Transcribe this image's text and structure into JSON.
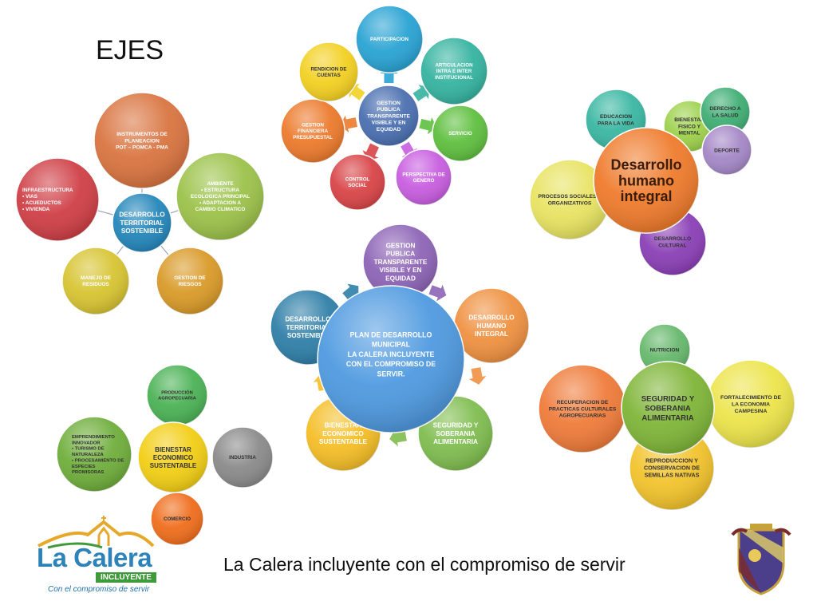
{
  "slide": {
    "title": "EJES",
    "footer": "La Calera incluyente con el compromiso de servir"
  },
  "logo": {
    "name": "La Calera",
    "sub": "INCLUYENTE",
    "tagline": "Con el compromiso de servir"
  },
  "diagrams": {
    "gestion": {
      "center": [
        "GESTION",
        "PUBLICA",
        "TRANSPARENTE",
        "VISIBLE Y EN",
        "EQUIDAD"
      ],
      "nodes": [
        {
          "lines": [
            "PARTICIPACION"
          ],
          "color": "#29a3d3"
        },
        {
          "lines": [
            "ARTICULACION",
            "INTRA E INTER",
            "INSTITUCIONAL"
          ],
          "color": "#35b3a0"
        },
        {
          "lines": [
            "SERVICIO"
          ],
          "color": "#5ebf3e"
        },
        {
          "lines": [
            "PERSPECTIVA DE",
            "GENERO"
          ],
          "color": "#c85de0"
        },
        {
          "lines": [
            "CONTROL",
            "SOCIAL"
          ],
          "color": "#d84447"
        },
        {
          "lines": [
            "GESTION",
            "FINANCIERA",
            "PRESUPUESTAL"
          ],
          "color": "#ec7a2c"
        },
        {
          "lines": [
            "RENDICION DE",
            "CUENTAS"
          ],
          "color": "#f3d021"
        }
      ]
    },
    "territorial": {
      "center": [
        "DESARROLLO",
        "TERRITORIAL",
        "SOSTENIBLE"
      ],
      "nodes": [
        {
          "lines": [
            "INSTRUMENTOS DE",
            "PLANEACION",
            "POT – POMCA - PMA"
          ],
          "color": "#d97440"
        },
        {
          "lines": [
            "AMBIENTE",
            "• ESTRUCTURA",
            "ECOLOGICA PRINCIPAL",
            "• ADAPTACION  A",
            "CAMBIO CLIMATICO"
          ],
          "color": "#9cc24a"
        },
        {
          "lines": [
            "GESTION DE",
            "RIESGOS"
          ],
          "color": "#d99a28"
        },
        {
          "lines": [
            "MANEJO DE",
            "RESIDUOS"
          ],
          "color": "#d7c431"
        },
        {
          "lines": [
            "INFRAESTRUCTURA",
            "• VIAS",
            "• ACUEDUCTOS",
            "• VIVIENDA"
          ],
          "color": "#cf3f46"
        }
      ]
    },
    "humano": {
      "center": [
        "Desarrollo",
        "humano",
        "integral"
      ],
      "nodes": [
        {
          "lines": [
            "EDUCACION",
            "PARA LA VIDA"
          ],
          "color": "#3ab7a2"
        },
        {
          "lines": [
            "BIENESTAR",
            "FISICO Y",
            "MENTAL"
          ],
          "color": "#9dd14a"
        },
        {
          "lines": [
            "DERECHO A",
            "LA SALUD"
          ],
          "color": "#3fae74"
        },
        {
          "lines": [
            "DEPORTE"
          ],
          "color": "#a487c6"
        },
        {
          "lines": [
            "PROCESOS SOCIALES Y",
            "ORGANIZATIVOS"
          ],
          "color": "#e8e361"
        },
        {
          "lines": [
            "DESARROLLO",
            "CULTURAL"
          ],
          "color": "#8a3fb5"
        }
      ]
    },
    "plan": {
      "center": [
        "PLAN DE DESARROLLO",
        "MUNICIPAL",
        "",
        "LA CALERA INCLUYENTE",
        "CON EL COMPROMISO DE",
        "SERVIR."
      ],
      "nodes": [
        {
          "lines": [
            "GESTION",
            "PUBLICA",
            "TRANSPARENTE",
            "VISIBLE Y EN",
            "EQUIDAD"
          ],
          "color": "#8d64b6"
        },
        {
          "lines": [
            "DESARROLLO",
            "HUMANO",
            "INTEGRAL"
          ],
          "color": "#ef9141"
        },
        {
          "lines": [
            "SEGURIDAD Y",
            "SOBERANIA",
            "ALIMENTARIA"
          ],
          "color": "#7fbd4f"
        },
        {
          "lines": [
            "BIENESTAR",
            "ECONOMICO",
            "SUSTENTABLE"
          ],
          "color": "#f5be27"
        },
        {
          "lines": [
            "DESARROLLO",
            "TERRITORIAL",
            "SOSTENIBLE"
          ],
          "color": "#2f7fa8"
        }
      ]
    },
    "bienestar": {
      "center": [
        "BIENESTAR",
        "ECONOMICO",
        "SUSTENTABLE"
      ],
      "nodes": [
        {
          "lines": [
            "PRODUCCIÓN",
            "AGROPECUARIA"
          ],
          "color": "#4bb255"
        },
        {
          "lines": [
            "INDUSTRIA"
          ],
          "color": "#8a8a8a"
        },
        {
          "lines": [
            "COMERCIO"
          ],
          "color": "#ef6d1c"
        },
        {
          "lines": [
            "EMPRENDIMIENTO",
            "INNOVADOR",
            "• TURISMO DE",
            "NATURALEZA",
            "• PROCESAMIENTO DE",
            "ESPECIES",
            "PROMISORAS"
          ],
          "color": "#6fae3b"
        }
      ]
    },
    "seguridad": {
      "center": [
        "SEGURIDAD Y",
        "SOBERANIA",
        "ALIMENTARIA"
      ],
      "nodes": [
        {
          "lines": [
            "NUTRICION"
          ],
          "color": "#66b86c"
        },
        {
          "lines": [
            "FORTALECIMIENTO DE",
            "LA ECONOMIA",
            "CAMPESINA"
          ],
          "color": "#ece44a"
        },
        {
          "lines": [
            "REPRODUCCION Y",
            "CONSERVACION DE",
            "SEMILLAS NATIVAS"
          ],
          "color": "#f2c32c"
        },
        {
          "lines": [
            "RECUPERACION DE",
            "PRACTICAS CULTURALES",
            "AGROPECUARIAS"
          ],
          "color": "#ef7b3a"
        }
      ]
    }
  }
}
